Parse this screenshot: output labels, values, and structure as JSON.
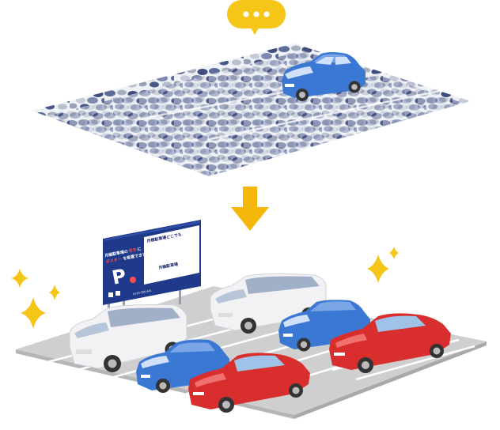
{
  "colors": {
    "bubble": "#f5c518",
    "arrow": "#f5b80a",
    "sparkle": "#f5c518",
    "gravel_bg": "#e9edf3",
    "asphalt": "#c9c9c9",
    "parking_line": "#ffffff",
    "sign_blue": "#1f3a8a",
    "car_blue": "#3a78d4",
    "car_white": "#f2f2f5",
    "car_red": "#d92e2e"
  },
  "icons": {
    "speech_bubble": "speech-bubble-icon",
    "down_arrow": "down-arrow-icon",
    "sparkle": "sparkle-icon",
    "parking": "parking-p-icon"
  },
  "sign": {
    "top_line_1": "月極駐車場の",
    "top_line_1_highlight": "空き",
    "top_line_1_end": "に",
    "top_line_2": "ポスター",
    "top_line_2_end": "を設置できます",
    "p_mark": "P",
    "brand_right": "月極駐車場",
    "brand_logo": "どこでも",
    "bottom_caption": "月極駐車場",
    "phone": "0120-335-641"
  }
}
